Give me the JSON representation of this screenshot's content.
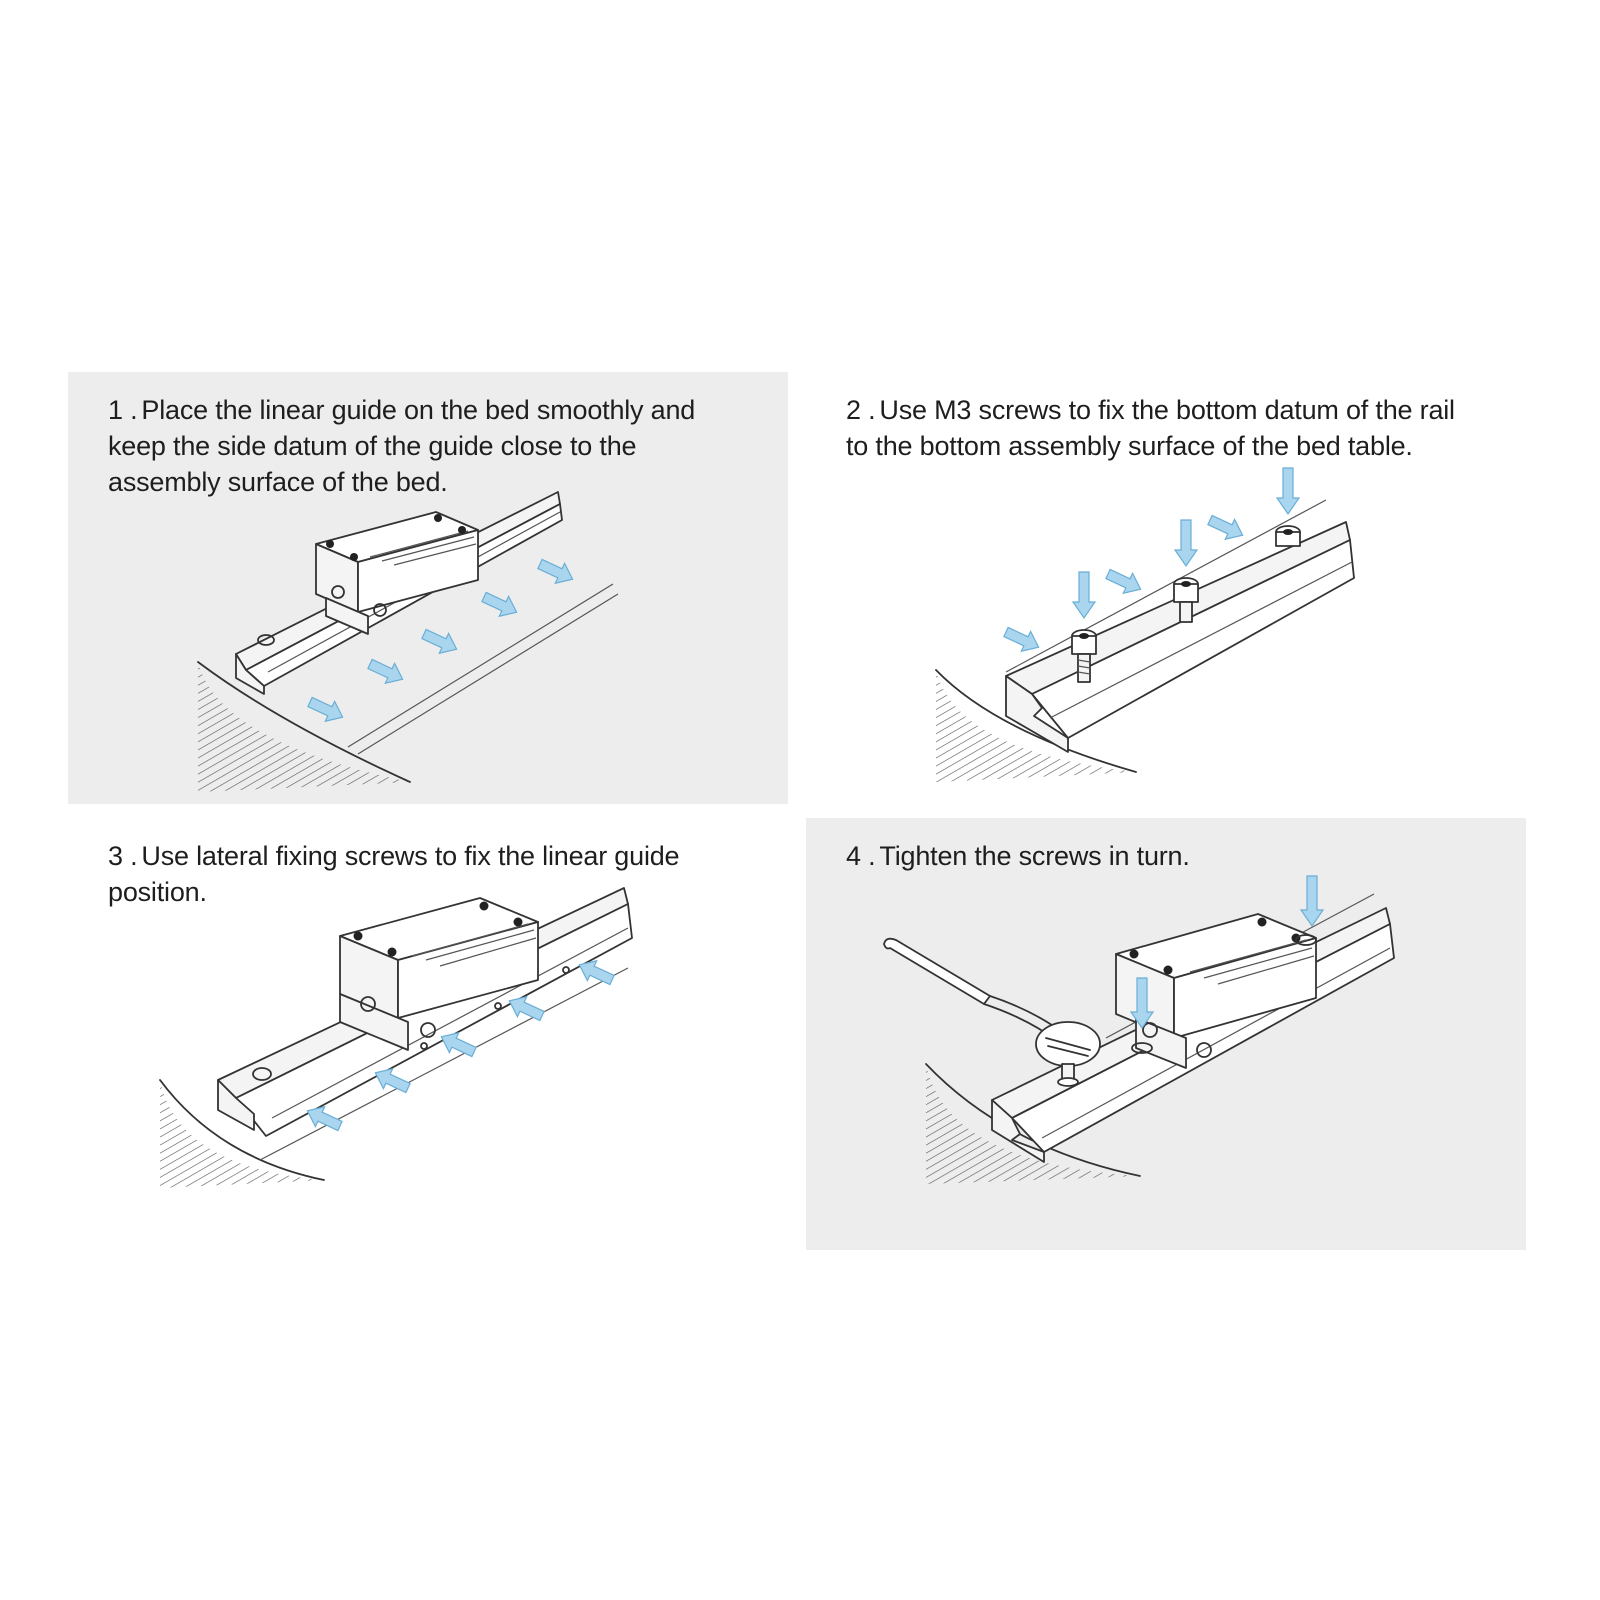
{
  "colors": {
    "panel_shade": "#ededed",
    "arrow_fill": "#a9d5ef",
    "arrow_stroke": "#6aaed6",
    "line": "#333333"
  },
  "steps": [
    {
      "number": "1 .",
      "lines": [
        "Place the linear guide on the bed smoothly and",
        "keep the side datum of the guide close to the",
        "assembly surface of the bed."
      ]
    },
    {
      "number": "2 .",
      "lines": [
        "Use M3 screws to fix the bottom datum of the rail",
        "to the bottom assembly surface of the bed table."
      ]
    },
    {
      "number": "3 .",
      "lines": [
        "Use lateral fixing screws to fix the linear guide",
        "position."
      ]
    },
    {
      "number": "4 .",
      "lines": [
        "Tighten the screws in turn."
      ]
    }
  ],
  "icons": [
    "arrow-icon",
    "linear-rail-icon",
    "carriage-block-icon",
    "screw-icon",
    "hex-key-icon"
  ]
}
